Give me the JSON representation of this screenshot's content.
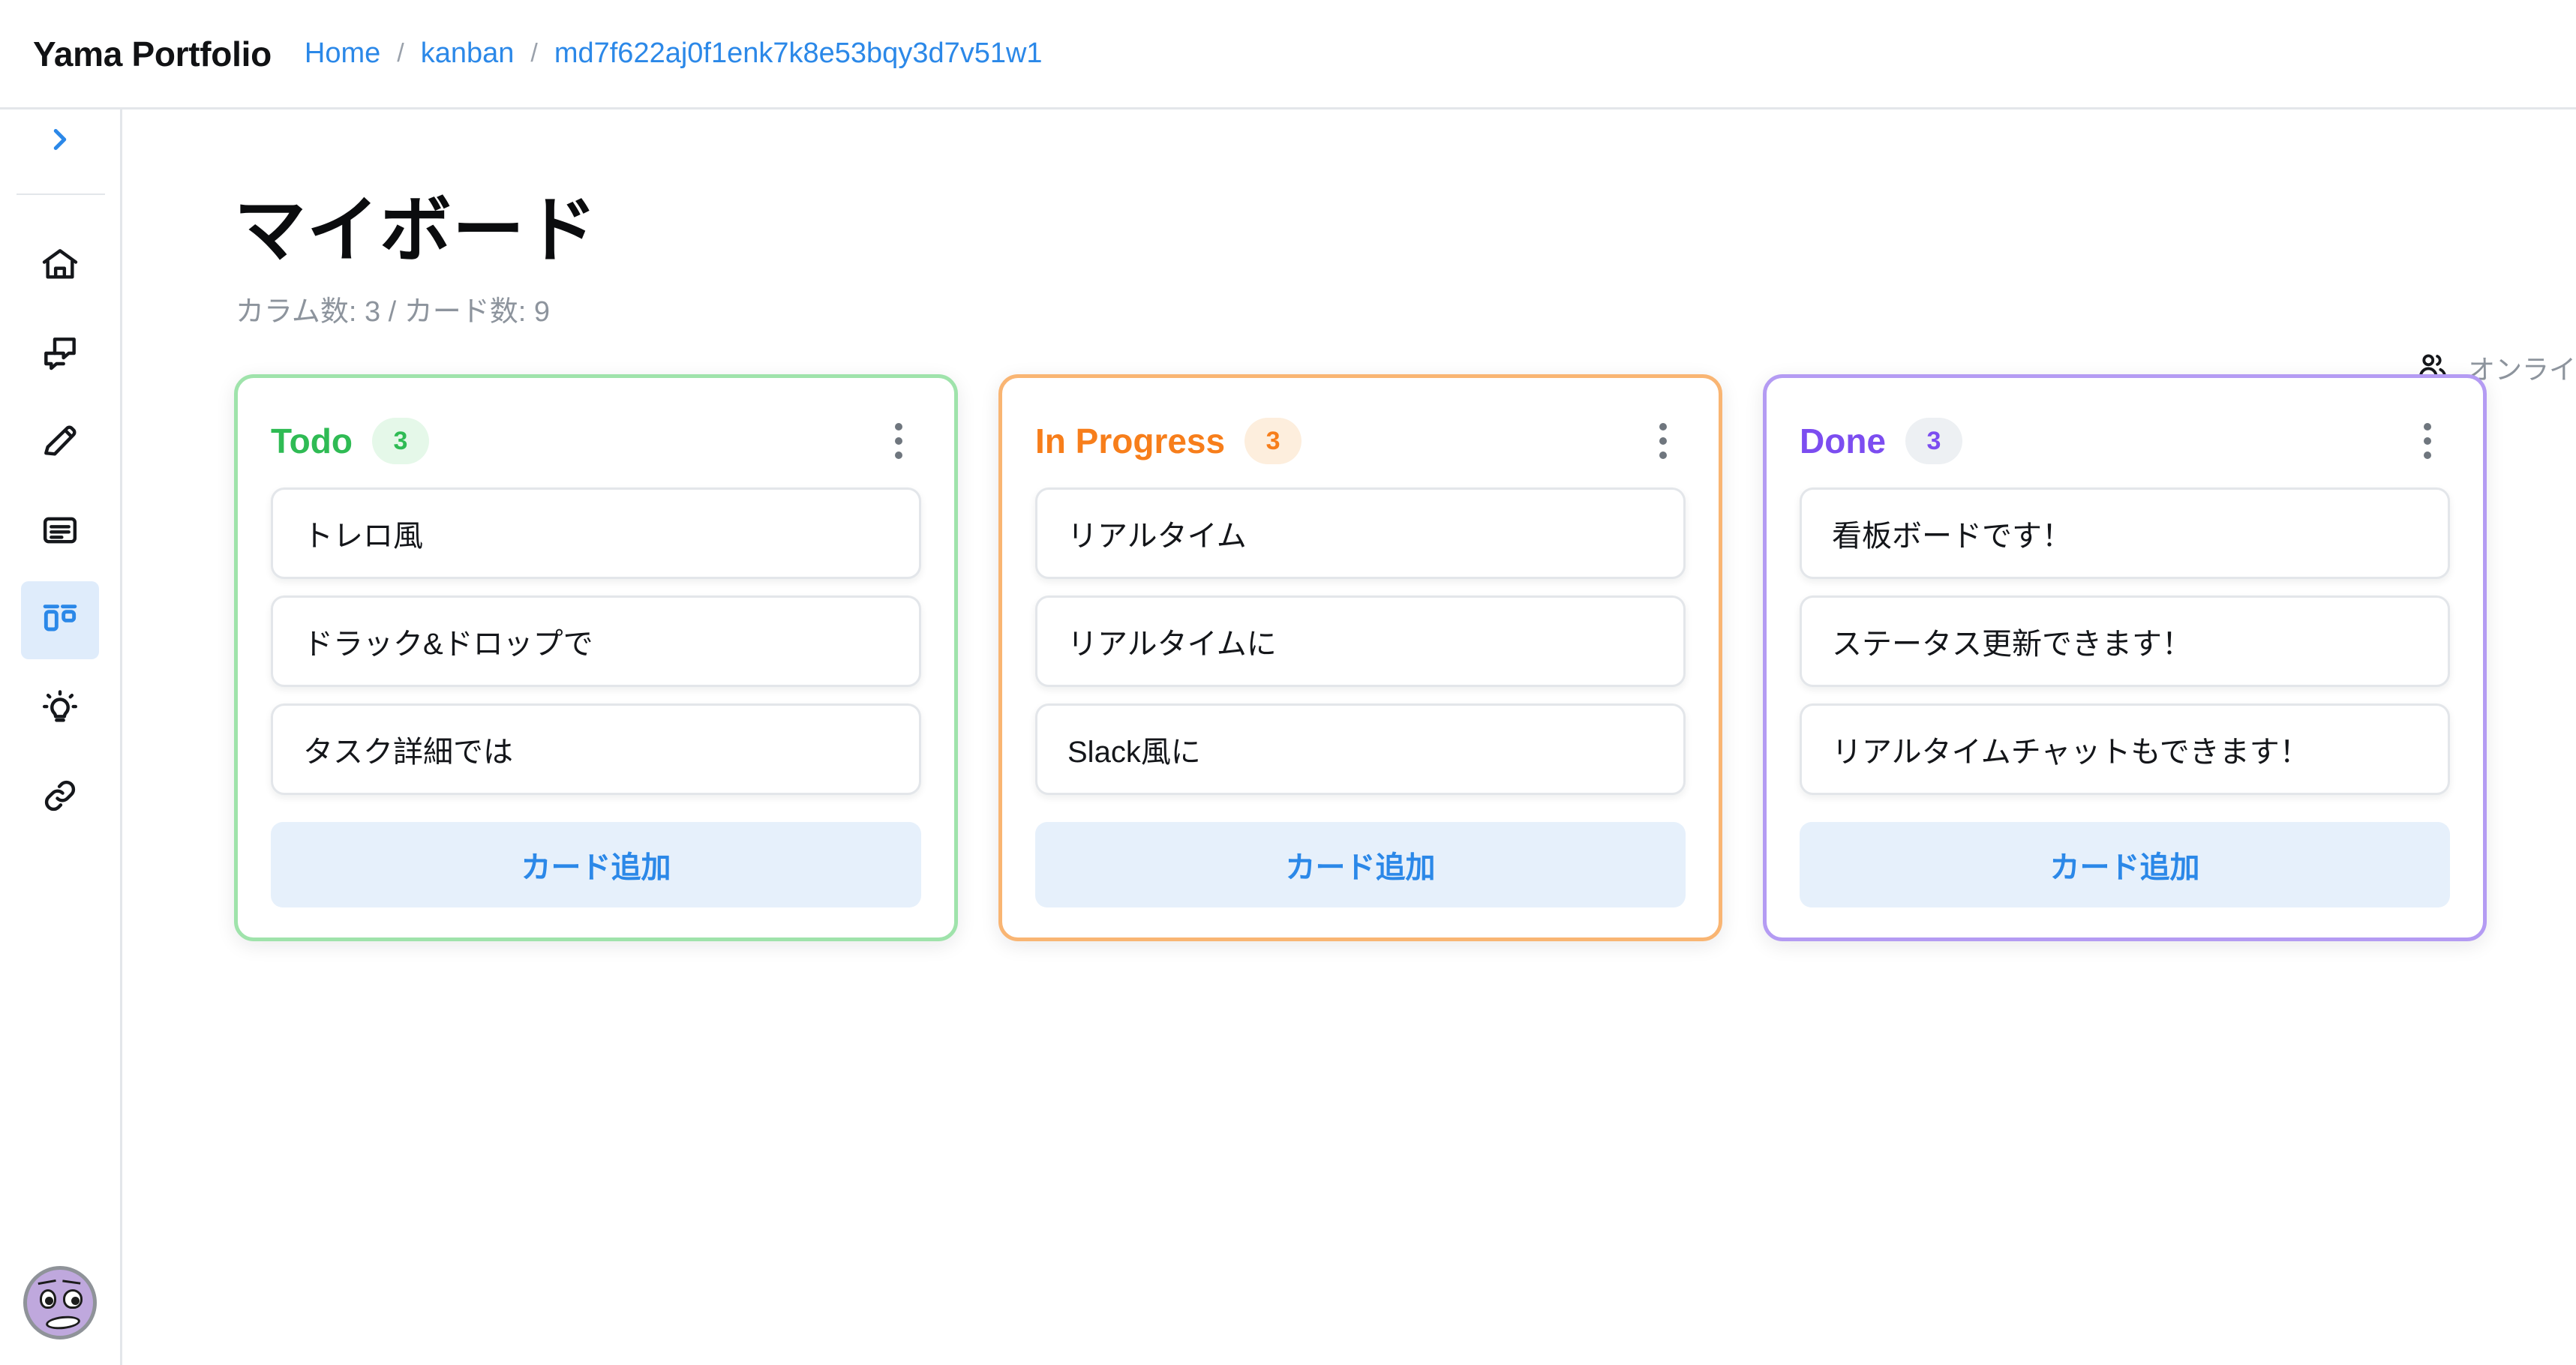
{
  "header": {
    "brand": "Yama Portfolio",
    "breadcrumb": [
      {
        "label": "Home",
        "type": "link"
      },
      {
        "label": "/",
        "type": "separator"
      },
      {
        "label": "kanban",
        "type": "link"
      },
      {
        "label": "/",
        "type": "separator"
      },
      {
        "label": "md7f622aj0f1enk7k8e53bqy3d7v51w1",
        "type": "link"
      }
    ]
  },
  "sidebar": {
    "toggle_icon": "chevron-right-icon",
    "items": [
      {
        "icon": "home-icon",
        "active": false
      },
      {
        "icon": "chat-bubbles-icon",
        "active": false
      },
      {
        "icon": "pencil-icon",
        "active": false
      },
      {
        "icon": "article-icon",
        "active": false
      },
      {
        "icon": "kanban-icon",
        "active": true
      },
      {
        "icon": "lightbulb-icon",
        "active": false
      },
      {
        "icon": "link-icon",
        "active": false
      }
    ],
    "avatar": {
      "name": "user-avatar",
      "color": "#bfa8dd"
    }
  },
  "board": {
    "title": "マイボード",
    "subtitle": "カラム数: 3 / カード数: 9",
    "online": {
      "icon": "people-icon",
      "label": "オンライ"
    },
    "add_card_label": "カード追加",
    "columns": [
      {
        "name": "Todo",
        "count": "3",
        "color": "#2fbb54",
        "border_color": "#9fe3ab",
        "badge_bg": "#e5f8e9",
        "theme": "green",
        "cards": [
          {
            "text": "トレロ風"
          },
          {
            "text": "ドラック&ドロップで"
          },
          {
            "text": "タスク詳細では"
          }
        ]
      },
      {
        "name": "In Progress",
        "count": "3",
        "color": "#f77e1b",
        "border_color": "#f9b573",
        "badge_bg": "#fdeedd",
        "theme": "orange",
        "cards": [
          {
            "text": "リアルタイム"
          },
          {
            "text": "リアルタイムに"
          },
          {
            "text": "Slack風に"
          }
        ]
      },
      {
        "name": "Done",
        "count": "3",
        "color": "#7c4df0",
        "border_color": "#b49bf3",
        "badge_bg": "#edf0f3",
        "theme": "purple",
        "cards": [
          {
            "text": "看板ボードです！"
          },
          {
            "text": "ステータス更新できます！"
          },
          {
            "text": "リアルタイムチャットもできます！"
          }
        ]
      }
    ]
  },
  "colors": {
    "accent_blue": "#2b88e8",
    "text_primary": "#14161a",
    "text_muted": "#8d949d",
    "border": "#e3e6ea"
  }
}
